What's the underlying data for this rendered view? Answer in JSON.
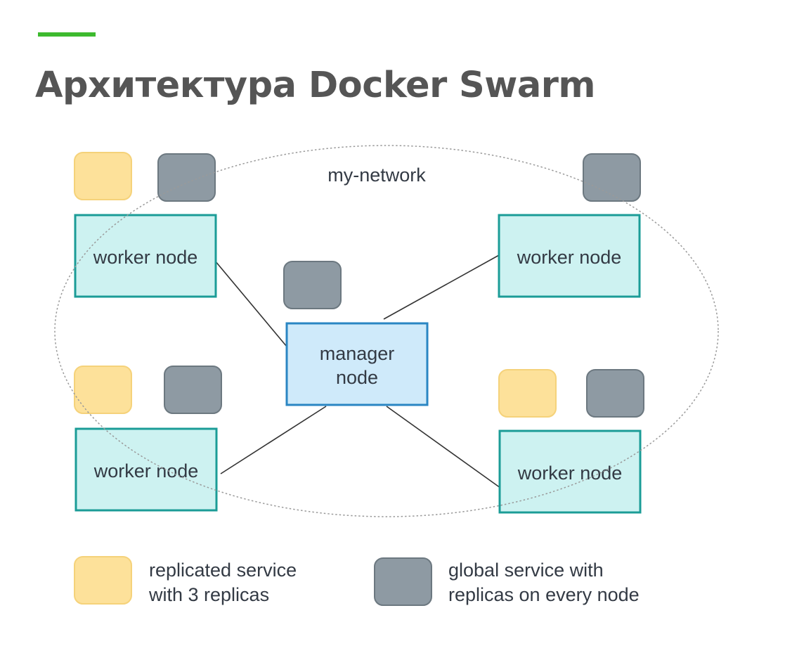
{
  "slide": {
    "title": "Архитектура Docker Swarm"
  },
  "diagram": {
    "network_label": "my-network",
    "manager": {
      "label_line1": "manager",
      "label_line2": "node"
    },
    "workers": [
      {
        "label": "worker node"
      },
      {
        "label": "worker node"
      },
      {
        "label": "worker node"
      },
      {
        "label": "worker node"
      }
    ],
    "colors": {
      "replicated_service": "#fde19a",
      "global_service": "#8e9aa3",
      "worker_fill": "#cdf2f1",
      "worker_border": "#1b9c97",
      "manager_fill": "#cfeafa",
      "manager_border": "#2a86c3",
      "accent": "#3dba2e"
    }
  },
  "legend": {
    "replicated": {
      "line1": "replicated service",
      "line2": "with 3 replicas"
    },
    "global": {
      "line1": "global service with",
      "line2": "replicas on every node"
    }
  }
}
